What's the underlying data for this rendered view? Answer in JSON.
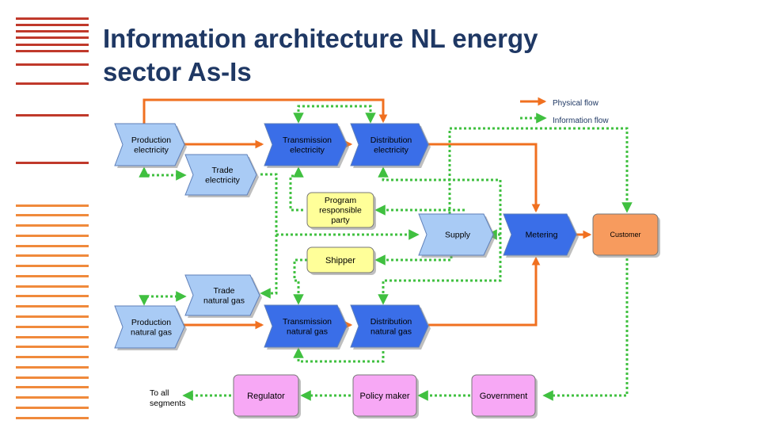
{
  "title": {
    "line1": "Information architecture NL energy",
    "line2": "sector As-Is"
  },
  "legend": {
    "physical": "Physical flow",
    "information": "Information flow"
  },
  "nodes": {
    "prod_elec": [
      "Production",
      "electricity"
    ],
    "trade_elec": [
      "Trade",
      "electricity"
    ],
    "trans_elec": [
      "Transmission",
      "electricity"
    ],
    "dist_elec": [
      "Distribution",
      "electricity"
    ],
    "prp": [
      "Program",
      "responsible",
      "party"
    ],
    "supply": [
      "Supply"
    ],
    "metering": [
      "Metering"
    ],
    "customer": [
      "Customer"
    ],
    "shipper": [
      "Shipper"
    ],
    "trade_gas": [
      "Trade",
      "natural gas"
    ],
    "prod_gas": [
      "Production",
      "natural gas"
    ],
    "trans_gas": [
      "Transmission",
      "natural gas"
    ],
    "dist_gas": [
      "Distribution",
      "natural gas"
    ],
    "regulator": [
      "Regulator"
    ],
    "policy": [
      "Policy maker"
    ],
    "government": [
      "Government"
    ],
    "to_all": [
      "To all",
      "segments"
    ]
  },
  "colors": {
    "title": "#1f3864",
    "physical_flow": "#f07020",
    "information_flow": "#40c040",
    "production_fill": "#a9cbf5",
    "transmission_fill": "#3a6ee8",
    "note_fill": "#ffff99",
    "customer_fill": "#f79b5e",
    "authority_fill": "#f7a8f5",
    "stripe_red": "#c0392b",
    "stripe_orange": "#f08a3c"
  }
}
